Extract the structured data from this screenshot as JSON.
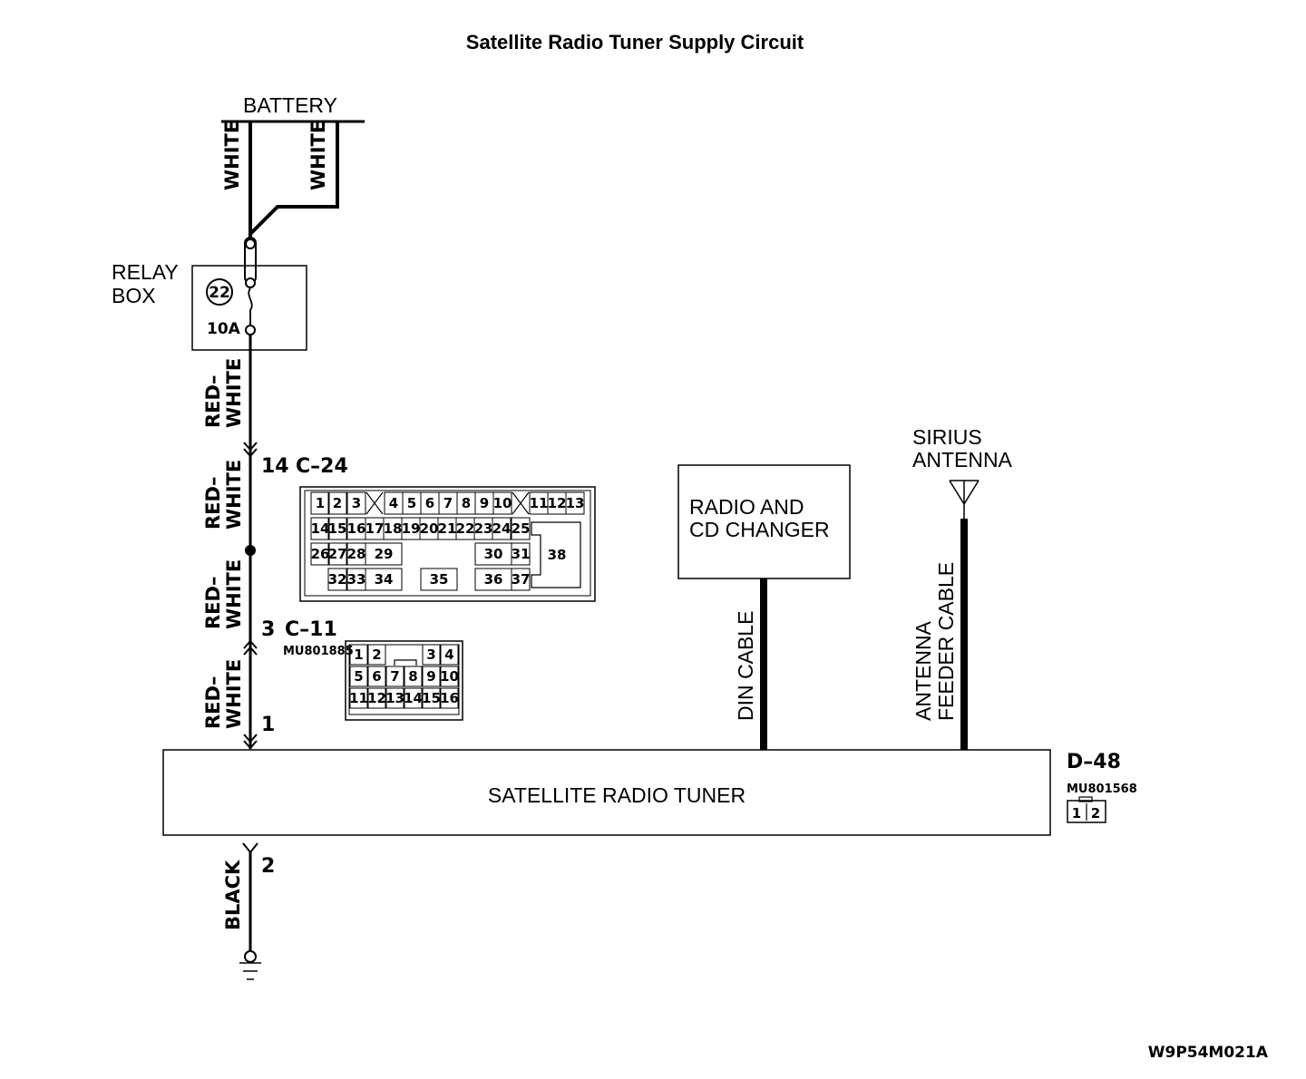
{
  "title": "Satellite Radio Tuner Supply Circuit",
  "battery": {
    "label": "BATTERY"
  },
  "wires": {
    "battery_left": "WHITE",
    "battery_right": "WHITE",
    "seg1": [
      "RED–",
      "WHITE"
    ],
    "seg2": [
      "RED–",
      "WHITE"
    ],
    "seg3": [
      "RED–",
      "WHITE"
    ],
    "seg4": [
      "RED–",
      "WHITE"
    ],
    "ground": "BLACK",
    "din": "DIN CABLE",
    "antenna_feeder": [
      "ANTENNA",
      "FEEDER CABLE"
    ]
  },
  "relay_box": {
    "label_line1": "RELAY",
    "label_line2": "BOX",
    "fuse_number": "22",
    "fuse_rating": "10A"
  },
  "connector_c24": {
    "pin": "14",
    "id": "C–24",
    "row1": [
      "1",
      "2",
      "3",
      "4",
      "5",
      "6",
      "7",
      "8",
      "9",
      "10",
      "11",
      "12",
      "13"
    ],
    "row2": [
      "14",
      "15",
      "16",
      "17",
      "18",
      "19",
      "20",
      "21",
      "22",
      "23",
      "24",
      "25"
    ],
    "row3": [
      "26",
      "27",
      "28",
      "29",
      "30",
      "31"
    ],
    "row4": [
      "32",
      "33",
      "34",
      "35",
      "36",
      "37"
    ],
    "big": "38"
  },
  "connector_c11": {
    "pin": "3",
    "id": "C–11",
    "part": "MU801885",
    "row1": [
      "1",
      "2",
      "3",
      "4"
    ],
    "row2": [
      "5",
      "6",
      "7",
      "8",
      "9",
      "10"
    ],
    "row3": [
      "11",
      "12",
      "13",
      "14",
      "15",
      "16"
    ]
  },
  "tuner": {
    "label": "SATELLITE RADIO TUNER",
    "pin_top": "1",
    "pin_bottom": "2"
  },
  "connector_d48": {
    "id": "D–48",
    "part": "MU801568",
    "pins": [
      "1",
      "2"
    ]
  },
  "radio": {
    "line1": "RADIO AND",
    "line2": "CD CHANGER"
  },
  "antenna": {
    "line1": "SIRIUS",
    "line2": "ANTENNA"
  },
  "figure_code": "W9P54M021A"
}
